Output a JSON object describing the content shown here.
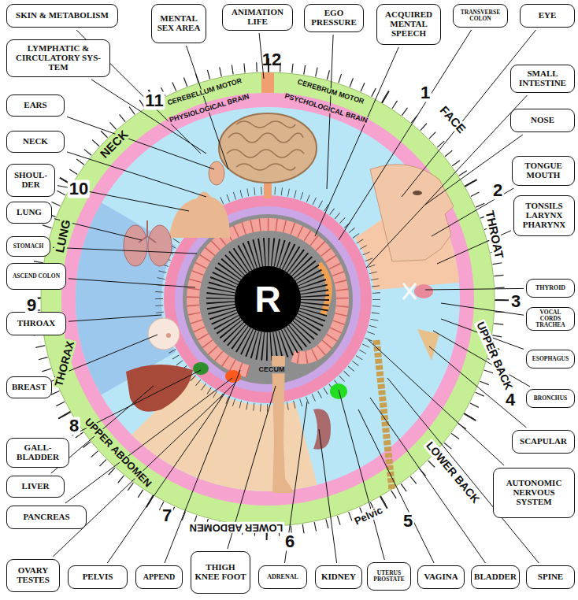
{
  "diagram": {
    "nodes": [
      {
        "text": [
          "SKIN & METABOLISM"
        ]
      },
      {
        "text": [
          "MENTAL SEX AREA"
        ]
      },
      {
        "text": [
          "ANIMATION LIFE"
        ]
      },
      {
        "text": [
          "EGO PRESSURE"
        ]
      },
      {
        "text": [
          "ACQUIRED MENTAL SPEECH"
        ]
      },
      {
        "text": [
          "TRANSVERSE COLON"
        ]
      },
      {
        "text": [
          "EYE"
        ]
      },
      {
        "text": [
          "LYMPHATIC & CIRCULATORY SYS-TEM"
        ]
      },
      {
        "text": [
          "EARS"
        ]
      },
      {
        "text": [
          "NECK"
        ]
      },
      {
        "text": [
          "SHOUL-DER"
        ]
      },
      {
        "text": [
          "LUNG"
        ]
      },
      {
        "text": [
          "STOMACH"
        ]
      },
      {
        "text": [
          "ASCEND COLON"
        ]
      },
      {
        "text": [
          "THROAX"
        ]
      },
      {
        "text": [
          "BREAST"
        ]
      },
      {
        "text": [
          "GALL-BLADDER"
        ]
      },
      {
        "text": [
          "LIVER"
        ]
      },
      {
        "text": [
          "PANCREAS"
        ]
      },
      {
        "text": [
          "SMALL INTESTINE"
        ]
      },
      {
        "text": [
          "NOSE"
        ]
      },
      {
        "text": [
          "TONGUE MOUTH"
        ]
      },
      {
        "text": [
          "TONSILS LARYNX PHARYNX"
        ]
      },
      {
        "text": [
          "THYROID"
        ]
      },
      {
        "text": [
          "VOCAL CORDS TRACHEA"
        ]
      },
      {
        "text": [
          "ESOPHAGUS"
        ]
      },
      {
        "text": [
          "BRONCHUS"
        ]
      },
      {
        "text": [
          "SCAPULAR"
        ]
      },
      {
        "text": [
          "AUTONOMIC NERVOUS SYSTEM"
        ]
      },
      {
        "text": [
          "OVARY TESTES"
        ]
      },
      {
        "text": [
          "PELVIS"
        ]
      },
      {
        "text": [
          "APPEND"
        ]
      },
      {
        "text": [
          "THIGH KNEE FOOT"
        ]
      },
      {
        "text": [
          "ADRENAL"
        ]
      },
      {
        "text": [
          "KIDNEY"
        ]
      },
      {
        "text": [
          "UTERUS PROSTATE"
        ]
      },
      {
        "text": [
          "VAGINA"
        ]
      },
      {
        "text": [
          "BLADDER"
        ]
      },
      {
        "text": [
          "SPINE"
        ]
      },
      {
        "text": [
          "R"
        ]
      }
    ],
    "labels": [
      "12",
      "CEREBELLUM MOTOR",
      "CEREBRUM MOTOR",
      "PHYSIOLOGICAL BRAIN",
      "PSYCHOLOGICAL BRAIN",
      "11",
      "1",
      "NECK",
      "FACE",
      "10",
      "2",
      "LUNG",
      "THROAT",
      "9",
      "3",
      "UPPER BACK",
      "CECUM",
      "THORAX",
      "4",
      "8",
      "UPPER ABDOMEN",
      "LOWER BACK",
      "7",
      "LOWER ABDOMEN",
      "Pelvic",
      "5",
      "6"
    ]
  }
}
